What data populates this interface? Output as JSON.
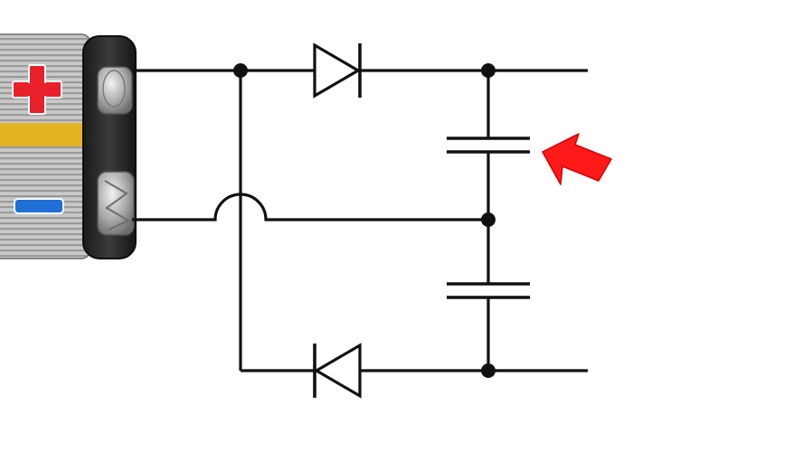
{
  "diagram": {
    "kind": "circuit-schematic",
    "background_color": "#ffffff",
    "wire_color": "#111111",
    "battery": {
      "positive_symbol": "+",
      "negative_symbol": "−",
      "positive_color": "#e8202a",
      "negative_color": "#1f6fd6",
      "stripe_color": "#e3b422",
      "body_color": "#b8b8b8",
      "terminal_cap_color": "#2a2a2a"
    },
    "components": [
      {
        "name": "upper-diode",
        "type": "diode",
        "direction": "right"
      },
      {
        "name": "lower-diode",
        "type": "diode",
        "direction": "left"
      },
      {
        "name": "upper-capacitor",
        "type": "capacitor"
      },
      {
        "name": "lower-capacitor",
        "type": "capacitor"
      }
    ],
    "wire_crossover": "hop",
    "pointer_arrow": {
      "color": "#ff1a1a",
      "icon": "red-arrow-icon",
      "target": "upper-capacitor"
    }
  }
}
